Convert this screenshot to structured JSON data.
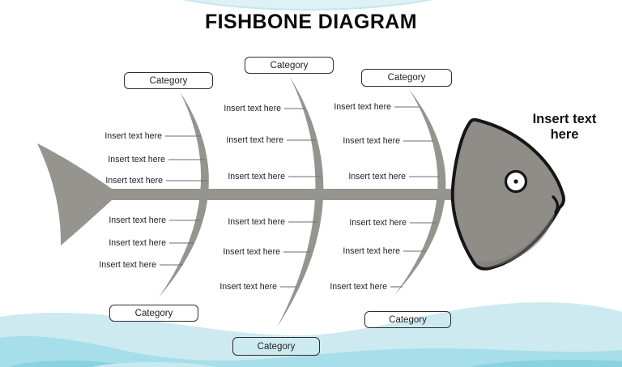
{
  "title": "FISHBONE DIAGRAM",
  "head_label": "Insert text here",
  "branches": {
    "top": [
      {
        "category": "Category",
        "items": [
          "Insert text here",
          "Insert text here",
          "Insert text here"
        ]
      },
      {
        "category": "Category",
        "items": [
          "Insert text here",
          "Insert text here",
          "Insert text here"
        ]
      },
      {
        "category": "Category",
        "items": [
          "Insert text here",
          "Insert text here",
          "Insert text here"
        ]
      }
    ],
    "bottom": [
      {
        "category": "Category",
        "items": [
          "Insert text here",
          "Insert text here",
          "Insert text here"
        ]
      },
      {
        "category": "Category",
        "items": [
          "Insert text here",
          "Insert text here",
          "Insert text here"
        ]
      },
      {
        "category": "Category",
        "items": [
          "Insert text here",
          "Insert text here",
          "Insert text here"
        ]
      }
    ]
  },
  "colors": {
    "bone": "#96948e",
    "head_fill": "#8f8d87",
    "head_shade": "#7b7973",
    "outline": "#161616",
    "tick": "#6e6e6e",
    "top_arc": "#ddf1f6",
    "wave_light": "#cdeaf0",
    "wave_mid": "#a6dfe9",
    "wave_deep": "#8bd2e0",
    "wave_accent_light": "#c6e9ef"
  }
}
